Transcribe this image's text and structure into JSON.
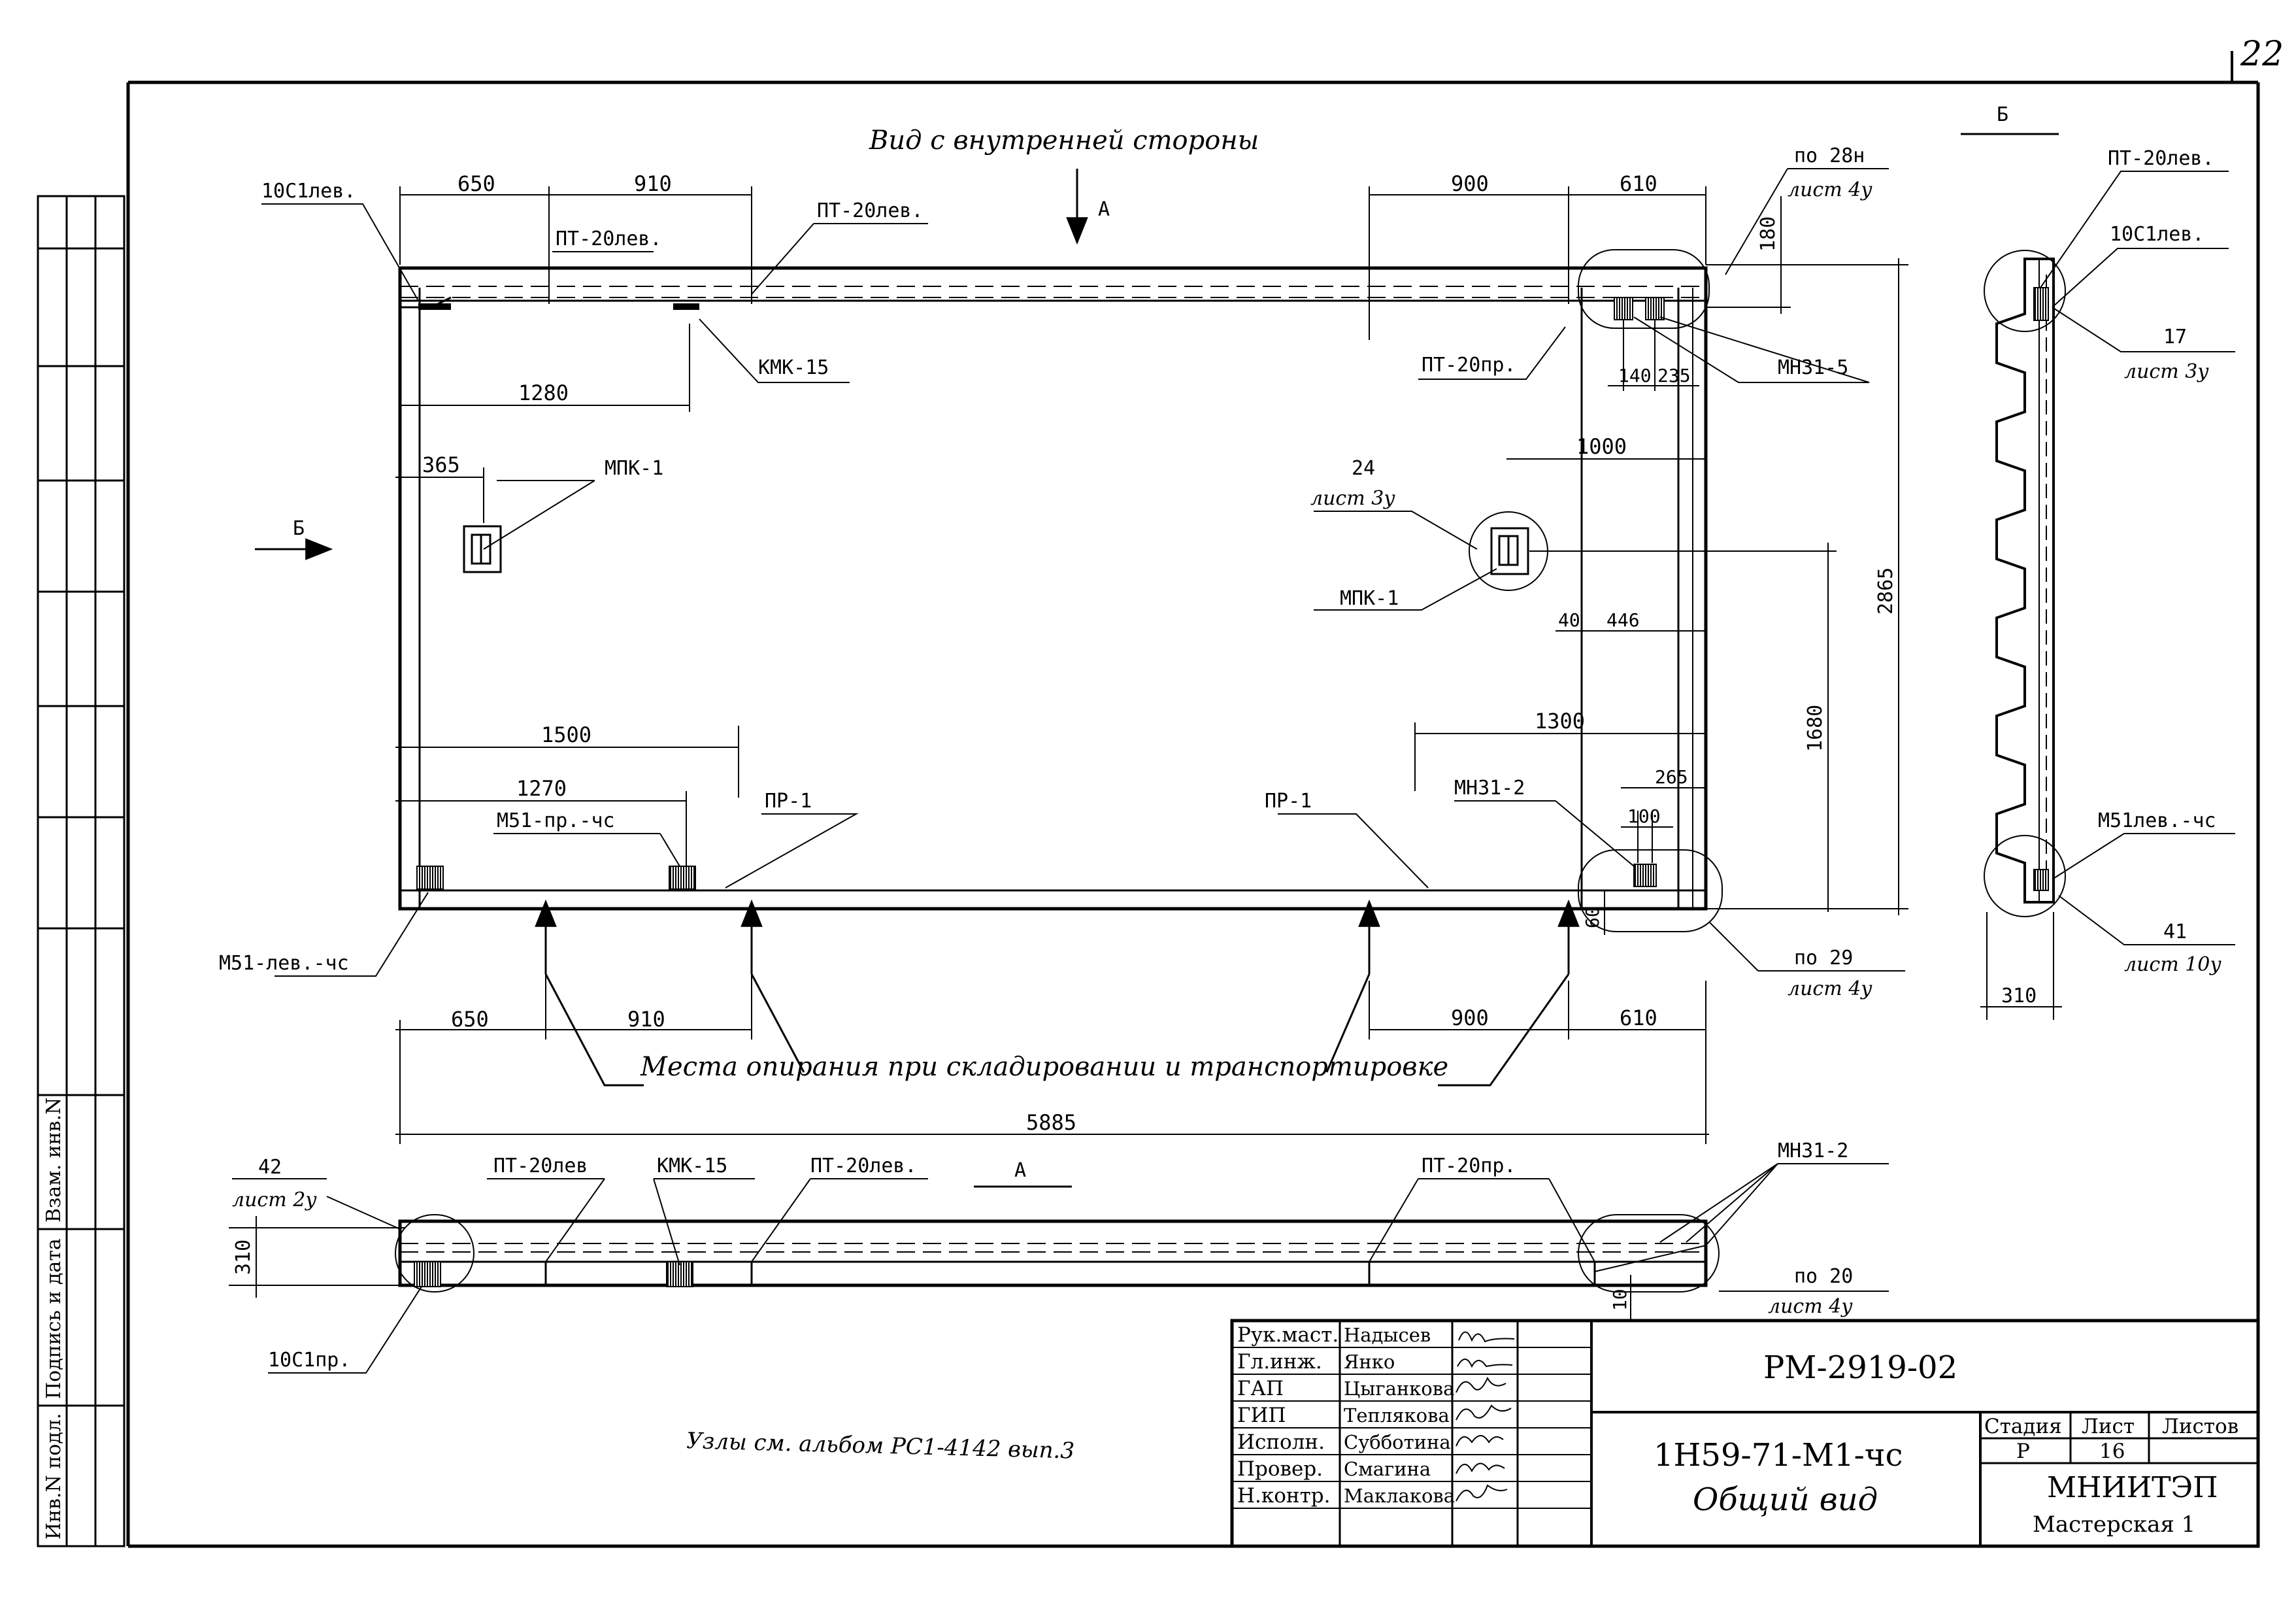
{
  "sheet_number_corner": "22",
  "title_view_inner": "Вид с внутренней стороны",
  "view_labels": {
    "a_top": "А",
    "a_bottom": "А",
    "b_left": "Б",
    "b_section": "Б"
  },
  "left_strip": {
    "inv_no_podl": "Инв.N подл.",
    "podpis_data": "Подпись и дата",
    "vzam_inv": "Взам. инв.N"
  },
  "dims": {
    "d650_top": "650",
    "d910_top": "910",
    "d900_top": "900",
    "d610_top": "610",
    "d180": "180",
    "d1280": "1280",
    "d365": "365",
    "d140": "140",
    "d235": "235",
    "d1000": "1000",
    "d2865": "2865",
    "d1680": "1680",
    "d40": "40",
    "d446": "446",
    "d1500": "1500",
    "d1300": "1300",
    "d1270": "1270",
    "d265": "265",
    "d100": "100",
    "d60": "60",
    "d650_bot": "650",
    "d910_bot": "910",
    "d900_bot": "900",
    "d610_bot": "610",
    "d5885": "5885",
    "d310_bottom": "310",
    "d10": "10",
    "d310_side": "310"
  },
  "labels": {
    "l_10c1lev_top": "10С1лев.",
    "l_pt20lev_inner": "ПТ-20лев.",
    "l_pt20lev_right": "ПТ-20лев.",
    "l_kmk15_top": "КМК-15",
    "l_po28n": "по 28н",
    "l_list4u_top": "лист 4у",
    "l_pt20pr_top": "ПТ-20пр.",
    "l_mn31_5": "МН31-5",
    "l_mpk1_left": "МПК-1",
    "l_24": "24",
    "l_list3u_24": "лист 3у",
    "l_mpk1_right": "МПК-1",
    "l_mn31_2_top": "МН31-2",
    "l_m51_pr": "М51-пр.-чс",
    "l_pr1_left": "ПР-1",
    "l_pr1_right": "ПР-1",
    "l_m51_lev": "М51-лев.-чс",
    "l_po29": "по 29",
    "l_list4u_29": "лист 4у",
    "l_supports": "Места опирания при складировании и транспортировке",
    "l_42": "42",
    "l_list2u": "лист 2у",
    "l_pt20lev_bot1": "ПТ-20лев",
    "l_kmk15_bot": "КМК-15",
    "l_pt20lev_bot2": "ПТ-20лев.",
    "l_pt20pr_bot": "ПТ-20пр.",
    "l_mn31_2_bot": "МН31-2",
    "l_po20": "по 20",
    "l_list4u_20": "лист 4у",
    "l_10c1pr": "10С1пр.",
    "l_pt20lev_side": "ПТ-20лев.",
    "l_10c1lev_side": "10С1лев.",
    "l_17": "17",
    "l_list3u_17": "лист 3у",
    "l_m51lev_side": "М51лев.-чс",
    "l_41": "41",
    "l_list10u": "лист 10у"
  },
  "handwritten_note": "Узлы см. альбом РС1-4142 вып.3",
  "title_block": {
    "roles": [
      {
        "role": "Рук.маст.",
        "name": "Надысев"
      },
      {
        "role": "Гл.инж.",
        "name": "Янко"
      },
      {
        "role": "ГАП",
        "name": "Цыганкова"
      },
      {
        "role": "ГИП",
        "name": "Теплякова"
      },
      {
        "role": "Исполн.",
        "name": "Субботина"
      },
      {
        "role": "Провер.",
        "name": "Смагина"
      },
      {
        "role": "Н.контр.",
        "name": "Маклакова"
      }
    ],
    "doc_code": "РМ-2919-02",
    "mark": "1Н59-71-М1-чс",
    "sheet_title": "Общий вид",
    "stage_label": "Стадия",
    "sheet_label": "Лист",
    "sheets_label": "Листов",
    "stage_value": "Р",
    "sheet_value": "16",
    "sheets_value": "",
    "org": "МНИИТЭП",
    "workshop": "Мастерская 1"
  }
}
